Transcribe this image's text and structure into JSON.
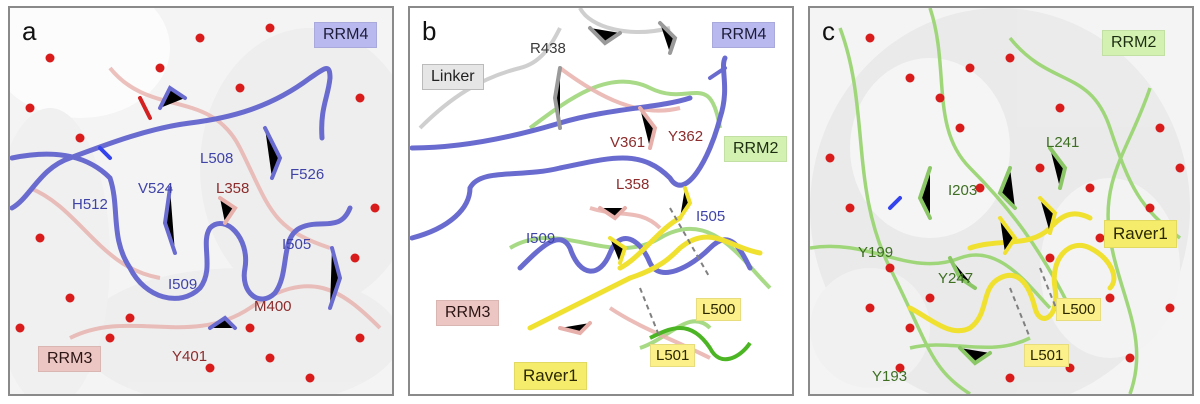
{
  "panels": [
    {
      "letter": "a",
      "domains": {
        "rrm4": "RRM4",
        "rrm3": "RRM3"
      },
      "residues": [
        "L508",
        "F526",
        "H512",
        "V524",
        "L358",
        "I505",
        "I509",
        "M400",
        "Y401"
      ]
    },
    {
      "letter": "b",
      "domains": {
        "rrm4": "RRM4",
        "linker": "Linker",
        "rrm2": "RRM2",
        "rrm3": "RRM3",
        "raver1": "Raver1"
      },
      "residues": [
        "R438",
        "V361",
        "Y362",
        "L358",
        "I505",
        "I509"
      ],
      "raver_residues": [
        "L500",
        "L501"
      ]
    },
    {
      "letter": "c",
      "domains": {
        "rrm2": "RRM2",
        "raver1": "Raver1"
      },
      "residues": [
        "L241",
        "I203",
        "Y199",
        "Y247",
        "Y193"
      ],
      "raver_residues": [
        "L500",
        "L501"
      ]
    }
  ],
  "colors": {
    "rrm4": "#6a6bcf",
    "rrm3": "#e7b0ab",
    "rrm2": "#9fd67a",
    "raver1": "#f0e030",
    "linker": "#d9d9d9",
    "water": "#d81b1b"
  }
}
